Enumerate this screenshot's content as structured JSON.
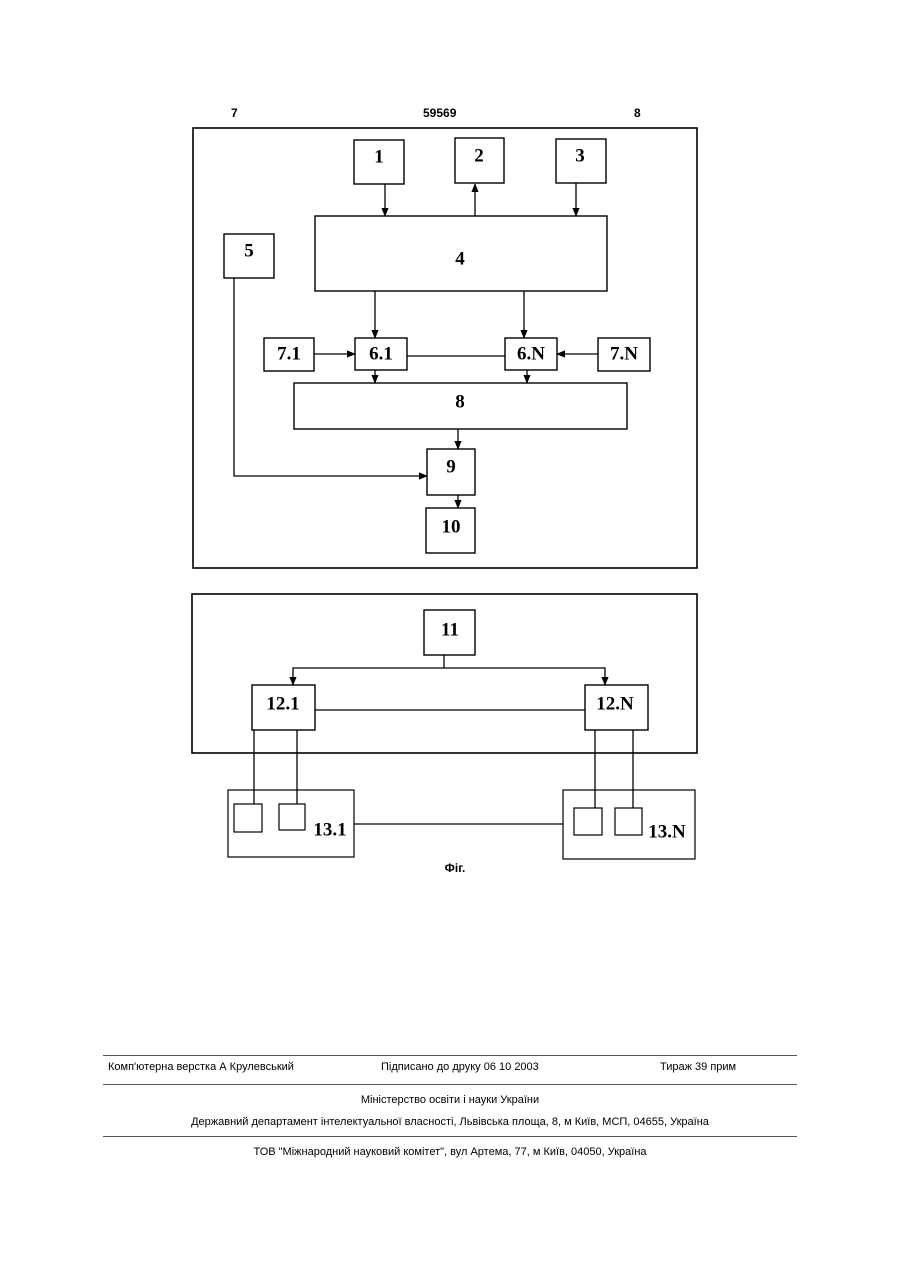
{
  "page_header": {
    "left_number": "7",
    "patent_number": "59569",
    "right_number": "8"
  },
  "diagram": {
    "upper_blocks": {
      "b1": "1",
      "b2": "2",
      "b3": "3",
      "b4": "4",
      "b5": "5",
      "b6_1": "6.1",
      "b6_N": "6.N",
      "b7_1": "7.1",
      "b7_N": "7.N",
      "b8": "8",
      "b9": "9",
      "b10": "10"
    },
    "lower_blocks": {
      "b11": "11",
      "b12_1": "12.1",
      "b12_N": "12.N",
      "b13_1": "13.1",
      "b13_N": "13.N"
    },
    "caption": "Фіг."
  },
  "colophon": {
    "typesetting": "Комп'ютерна верстка А  Крулевський",
    "signed": "Підписано до друку 06 10 2003",
    "circulation": "Тираж 39 прим",
    "ministry": "Міністерство освіти і науки України",
    "department": "Державний департамент інтелектуальної власності, Львівська площа, 8, м  Київ, МСП, 04655, Україна",
    "publisher": "ТОВ \"Міжнародний науковий комітет\", вул  Артема, 77, м  Київ, 04050, Україна"
  }
}
